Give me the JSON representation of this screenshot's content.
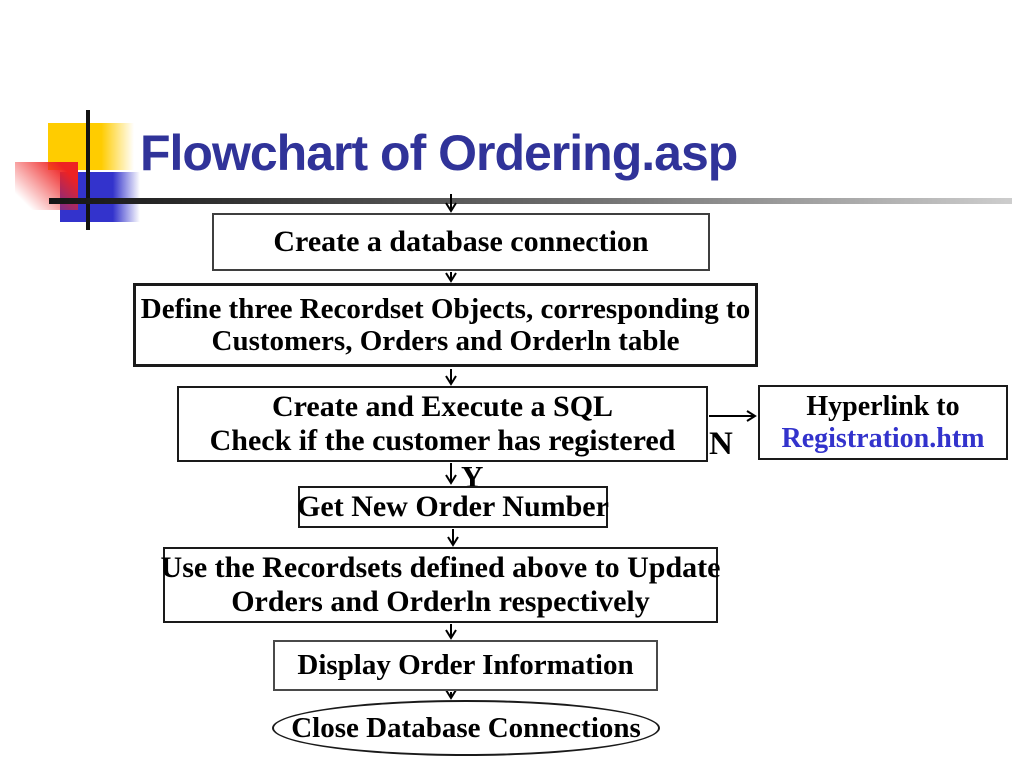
{
  "slide": {
    "title": "Flowchart of Ordering.asp",
    "title_color": "#303399"
  },
  "flowchart": {
    "box_create_connection": {
      "line1": "Create a database connection"
    },
    "box_define_recordsets": {
      "line1": "Define three Recordset Objects, corresponding to",
      "line2": "Customers, Orders and Orderln table"
    },
    "box_check_registered": {
      "line1": "Create and Execute a SQL",
      "line2": "Check if the customer has registered"
    },
    "branch": {
      "yes_label": "Y",
      "no_label": "N"
    },
    "box_hyperlink": {
      "line1": "Hyperlink to",
      "line2": "Registration.htm",
      "link_color": "#3333cc"
    },
    "box_get_order_number": {
      "line1": "Get New Order Number"
    },
    "box_update_recordsets": {
      "line1": "Use the Recordsets defined above to Update",
      "line2": "Orders and Orderln respectively"
    },
    "box_display_order": {
      "line1": "Display Order Information"
    },
    "terminator_close_connections": {
      "line1": "Close Database Connections"
    }
  },
  "decorations": {
    "yellow_square": "#ffcc00",
    "blue_square": "#3333cc",
    "red_square": "#ee2222",
    "rule_dark": "#141414",
    "rule_light": "#cdcdcd"
  }
}
